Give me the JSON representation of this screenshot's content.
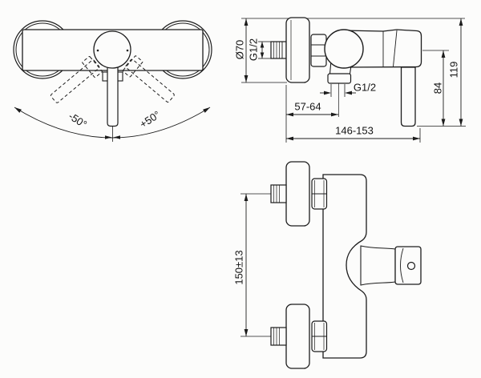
{
  "drawing": {
    "labels": {
      "angle_left": "-50°",
      "angle_right": "+50°",
      "escutcheon_diameter": "Ø70",
      "inlet_thread": "G1/2",
      "outlet_thread": "G1/2",
      "wall_to_outlet": "57-64",
      "total_depth": "146-153",
      "lever_height": "84",
      "total_height": "119",
      "inlet_spacing": "150±13"
    },
    "colors": {
      "line": "#1c1c1c",
      "background": "#fcfcfb"
    }
  }
}
